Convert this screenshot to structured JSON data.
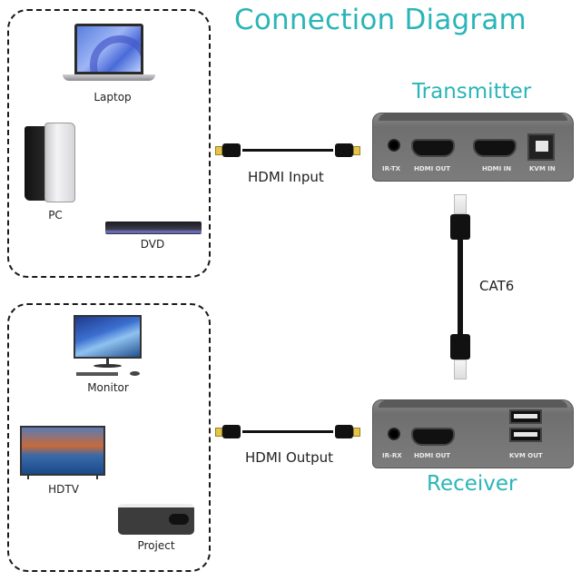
{
  "title": "Connection Diagram",
  "colors": {
    "accent": "#2ab5b8",
    "cable": "#111111",
    "hdmi_tip": "#e3c54a",
    "device_body": "#7c7c7c",
    "dashed_border": "#1a1a1a"
  },
  "source_group": {
    "devices": [
      {
        "label": "Laptop",
        "icon": "laptop-icon"
      },
      {
        "label": "PC",
        "icon": "pc-tower-icon"
      },
      {
        "label": "DVD",
        "icon": "dvd-player-icon"
      }
    ]
  },
  "display_group": {
    "devices": [
      {
        "label": "Monitor",
        "icon": "monitor-icon"
      },
      {
        "label": "HDTV",
        "icon": "tv-icon"
      },
      {
        "label": "Project",
        "icon": "projector-icon"
      }
    ]
  },
  "cables": {
    "input_label": "HDMI Input",
    "output_label": "HDMI Output",
    "link_label": "CAT6"
  },
  "transmitter": {
    "title": "Transmitter",
    "ports": [
      "IR-TX",
      "HDMI OUT",
      "HDMI IN",
      "KVM IN"
    ]
  },
  "receiver": {
    "title": "Receiver",
    "ports": [
      "IR-RX",
      "HDMI OUT",
      "KVM OUT"
    ]
  }
}
